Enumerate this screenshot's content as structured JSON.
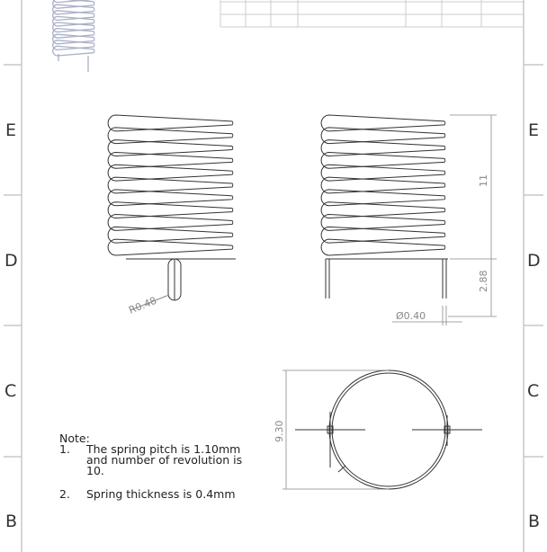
{
  "zones": {
    "left": [
      "E",
      "D",
      "C",
      "B"
    ],
    "right": [
      "E",
      "D",
      "C",
      "B"
    ]
  },
  "dimensions": {
    "height": "11",
    "leg_length": "2.88",
    "wire_diameter": "Ø0.40",
    "radius": "R0.48",
    "outer_diameter": "9.30"
  },
  "note": {
    "title": "Note:",
    "items": [
      {
        "num": "1.",
        "text": "The spring pitch is 1.10mm and number of revolution is 10."
      },
      {
        "num": "2.",
        "text": "Spring thickness is 0.4mm"
      }
    ]
  },
  "colors": {
    "line": "#333333",
    "dimension": "#888888",
    "frame": "#c8c8c8"
  }
}
